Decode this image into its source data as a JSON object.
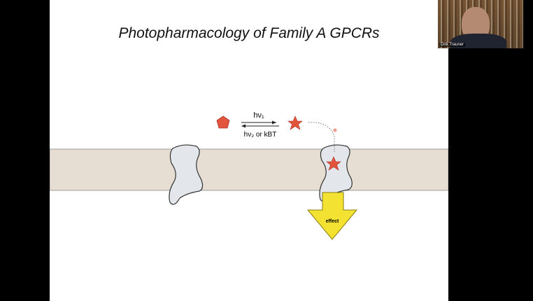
{
  "slide": {
    "title": "Photopharmacology of Family A GPCRs",
    "forward_label": "hν₁",
    "reverse_label": "hν₂ or kBT",
    "effect_label": "effect",
    "colors": {
      "membrane": "#e6ded2",
      "ligand": "#e2553a",
      "receptor": "#e3e6ea",
      "effect_arrow": "#f4e232"
    }
  },
  "video": {
    "participant_name": "Dirk Trauner"
  }
}
